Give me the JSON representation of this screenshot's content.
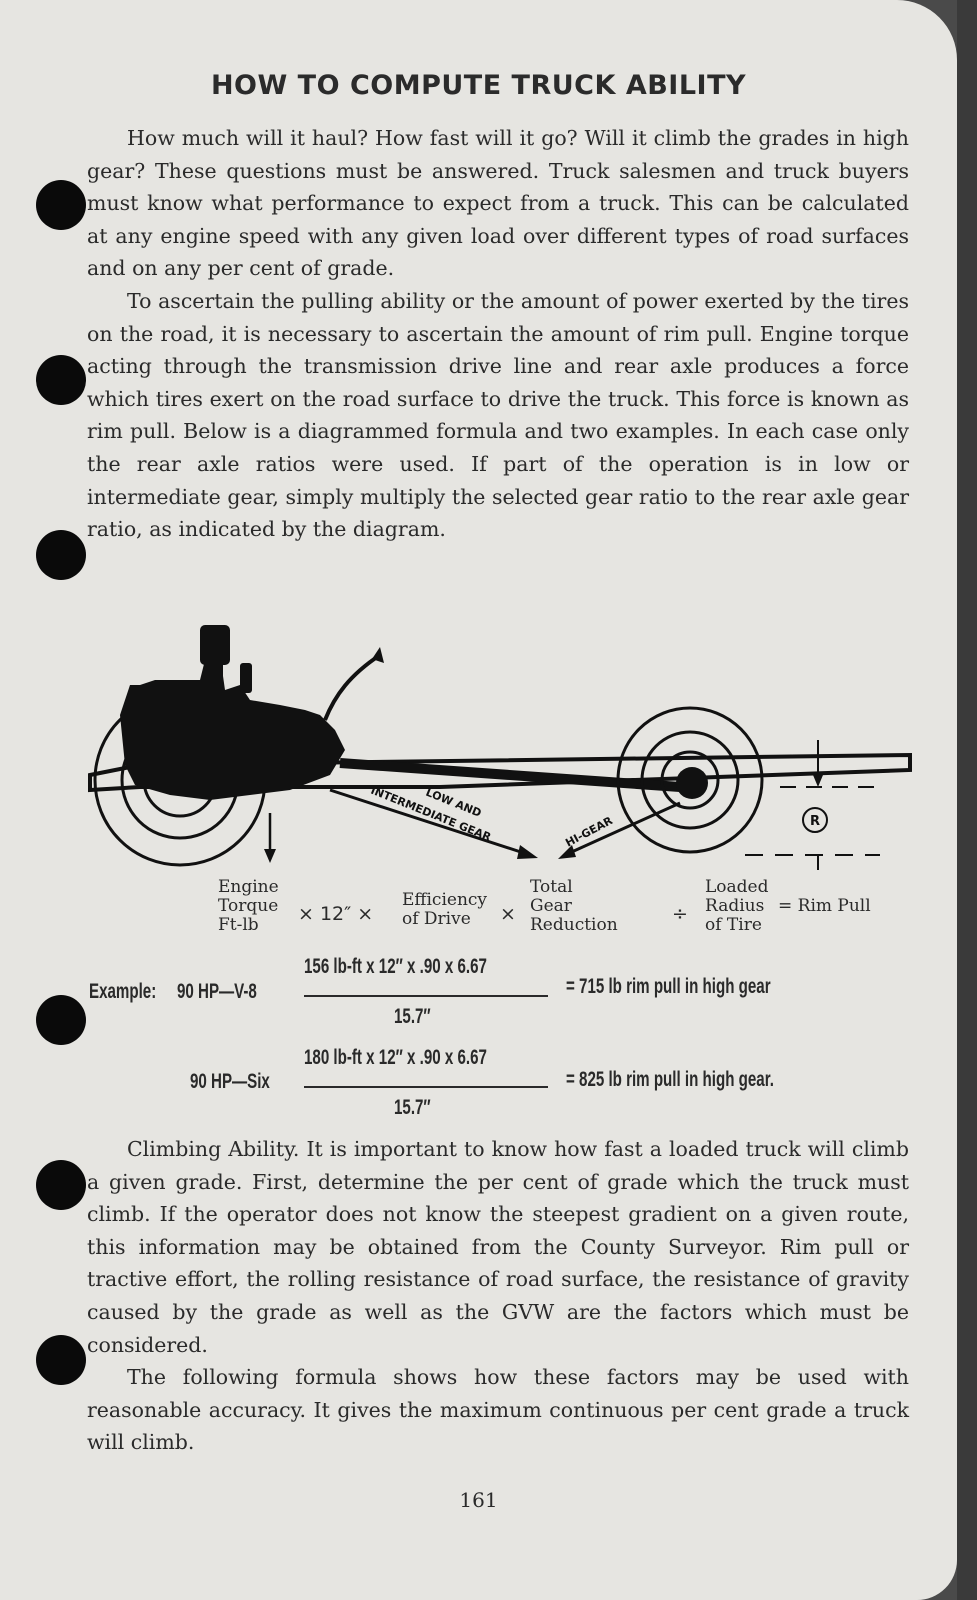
{
  "page": {
    "title": "HOW TO COMPUTE TRUCK ABILITY",
    "page_number": "161"
  },
  "intro": {
    "p1": "How much will it haul? How fast will it go? Will it climb the grades in high gear? These questions must be answered. Truck salesmen and truck buyers must know what performance to expect from a truck. This can be calculated at any engine speed with any given load over different types of road surfaces and on any per cent of grade.",
    "p2": "To ascertain the pulling ability or the amount of power exerted by the tires on the road, it is necessary to ascertain the amount of rim pull. Engine torque acting through the transmission drive line and rear axle produces a force which tires exert on the road surface to drive the truck. This force is known as rim pull. Below is a diagrammed formula and two examples. In each case only the rear axle ratios were used. If part of the operation is in low or intermediate gear, simply multiply the selected gear ratio to the rear axle gear ratio, as indicated by the diagram."
  },
  "diagram": {
    "arrow_low": "LOW AND",
    "arrow_low2": "INTERMEDIATE GEAR",
    "arrow_hi": "HI-GEAR",
    "radius_marker": "R",
    "formula": {
      "term1_l1": "Engine",
      "term1_l2": "Torque",
      "term1_l3": "Ft-lb",
      "op1": "× 12″ ×",
      "term2_l1": "Efficiency",
      "term2_l2": "of Drive",
      "op2": "×",
      "term3_l1": "Total",
      "term3_l2": "Gear",
      "term3_l3": "Reduction",
      "op3": "÷",
      "term4_l1": "Loaded",
      "term4_l2": "Radius",
      "term4_l3": "of Tire",
      "result": "= Rim Pull"
    }
  },
  "examples": [
    {
      "prefix": "Example:",
      "label": "90 HP—V-8",
      "numerator": "156 lb-ft x 12″ x .90 x 6.67",
      "denominator": "15.7″",
      "result": "= 715 lb rim pull in high gear"
    },
    {
      "prefix": "",
      "label": "90 HP—Six",
      "numerator": "180 lb-ft x 12″ x .90 x 6.67",
      "denominator": "15.7″",
      "result": "= 825 lb rim pull in high gear."
    }
  ],
  "climbing": {
    "p1": "Climbing Ability. It is important to know how fast a loaded truck will climb a given grade. First, determine the per cent of grade which the truck must climb. If the operator does not know the steepest gradient on a given route, this information may be obtained from the County Surveyor. Rim pull or tractive effort, the rolling resistance of road surface, the resistance of gravity caused by the grade as well as the GVW are the factors which must be considered.",
    "p2": "The following formula shows how these factors may be used with reasonable accuracy. It gives the maximum continuous per cent grade a truck will climb."
  }
}
